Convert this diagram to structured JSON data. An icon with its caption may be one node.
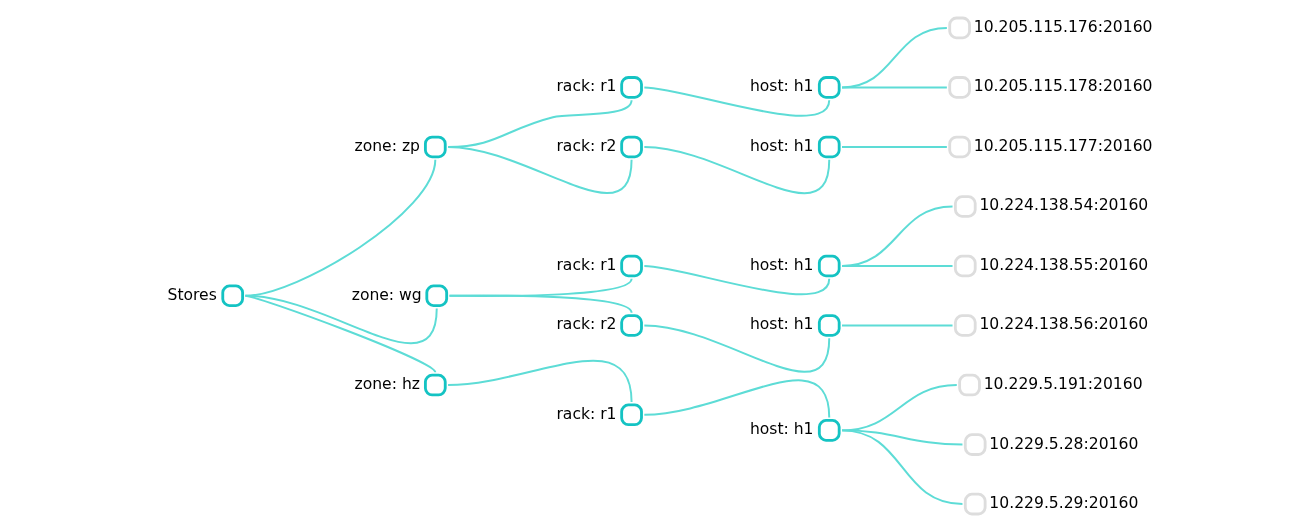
{
  "diagram": {
    "nodes": [
      {
        "text": [],
        "shape": "circle",
        "beside": [
          "Stores"
        ]
      },
      {
        "text": [],
        "shape": "circle",
        "beside": [
          "zone: zp"
        ]
      },
      {
        "text": [],
        "shape": "circle",
        "beside": [
          "rack: r1"
        ]
      },
      {
        "text": [],
        "shape": "circle",
        "beside": [
          "host: h1"
        ]
      },
      {
        "text": [],
        "shape": "circle",
        "beside": [
          "10.205.115.176:20160"
        ]
      },
      {
        "text": [],
        "shape": "circle",
        "beside": [
          "10.205.115.178:20160"
        ]
      },
      {
        "text": [],
        "shape": "circle",
        "beside": [
          "rack: r2"
        ]
      },
      {
        "text": [],
        "shape": "circle",
        "beside": [
          "host: h1"
        ]
      },
      {
        "text": [],
        "shape": "circle",
        "beside": [
          "10.205.115.177:20160"
        ]
      },
      {
        "text": [],
        "shape": "circle",
        "beside": [
          "zone: wg"
        ]
      },
      {
        "text": [],
        "shape": "circle",
        "beside": [
          "rack: r1"
        ]
      },
      {
        "text": [],
        "shape": "circle",
        "beside": [
          "host: h1"
        ]
      },
      {
        "text": [],
        "shape": "circle",
        "beside": [
          "10.224.138.54:20160"
        ]
      },
      {
        "text": [],
        "shape": "circle",
        "beside": [
          "10.224.138.55:20160"
        ]
      },
      {
        "text": [],
        "shape": "circle",
        "beside": [
          "rack: r2"
        ]
      },
      {
        "text": [],
        "shape": "circle",
        "beside": [
          "host: h1"
        ]
      },
      {
        "text": [],
        "shape": "circle",
        "beside": [
          "10.224.138.56:20160"
        ]
      },
      {
        "text": [],
        "shape": "circle",
        "beside": [
          "zone: hz"
        ]
      },
      {
        "text": [],
        "shape": "circle",
        "beside": [
          "rack: r1"
        ]
      },
      {
        "text": [],
        "shape": "circle",
        "beside": [
          "host: h1"
        ]
      },
      {
        "text": [],
        "shape": "circle",
        "beside": [
          "10.229.5.191:20160"
        ]
      },
      {
        "text": [],
        "shape": "circle",
        "beside": [
          "10.229.5.28:20160"
        ]
      },
      {
        "text": [],
        "shape": "circle",
        "beside": [
          "10.229.5.29:20160"
        ]
      }
    ],
    "edges": [
      {
        "from": 0,
        "to": 1,
        "arrow": "none"
      },
      {
        "from": 1,
        "to": 2,
        "arrow": "none"
      },
      {
        "from": 2,
        "to": 3,
        "arrow": "none"
      },
      {
        "from": 3,
        "to": 4,
        "arrow": "none"
      },
      {
        "from": 3,
        "to": 5,
        "arrow": "none"
      },
      {
        "from": 1,
        "to": 6,
        "arrow": "none"
      },
      {
        "from": 6,
        "to": 7,
        "arrow": "none"
      },
      {
        "from": 7,
        "to": 8,
        "arrow": "none"
      },
      {
        "from": 0,
        "to": 9,
        "arrow": "none"
      },
      {
        "from": 9,
        "to": 10,
        "arrow": "none"
      },
      {
        "from": 10,
        "to": 11,
        "arrow": "none"
      },
      {
        "from": 11,
        "to": 12,
        "arrow": "none"
      },
      {
        "from": 11,
        "to": 13,
        "arrow": "none"
      },
      {
        "from": 9,
        "to": 14,
        "arrow": "none"
      },
      {
        "from": 14,
        "to": 15,
        "arrow": "none"
      },
      {
        "from": 15,
        "to": 16,
        "arrow": "none"
      },
      {
        "from": 0,
        "to": 17,
        "arrow": "none"
      },
      {
        "from": 17,
        "to": 18,
        "arrow": "none"
      },
      {
        "from": 18,
        "to": 19,
        "arrow": "none"
      },
      {
        "from": 19,
        "to": 20,
        "arrow": "none"
      },
      {
        "from": 19,
        "to": 21,
        "arrow": "none"
      },
      {
        "from": 19,
        "to": 22,
        "arrow": "none"
      }
    ]
  }
}
